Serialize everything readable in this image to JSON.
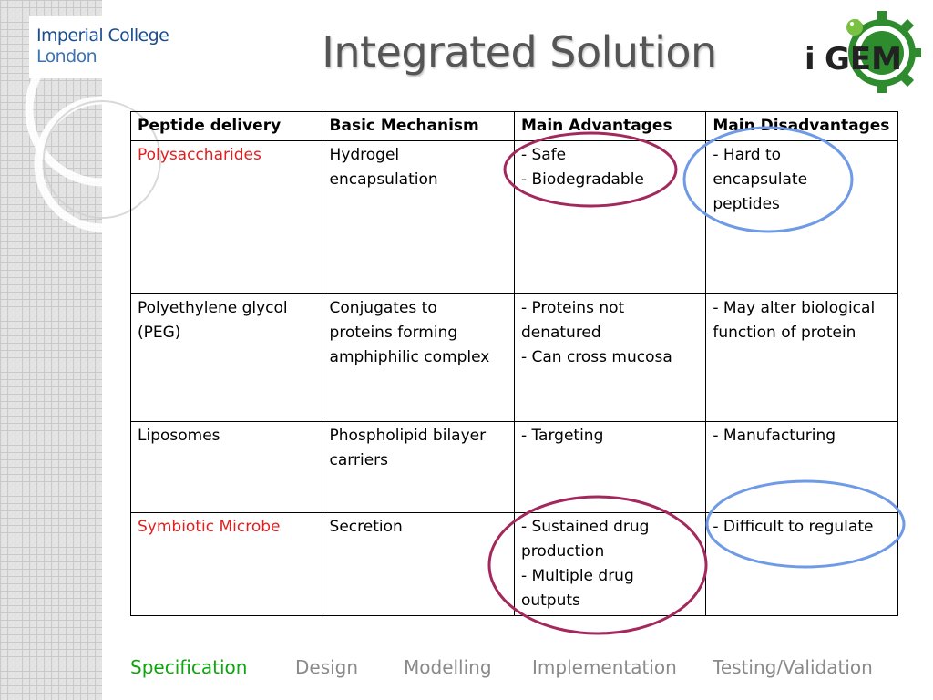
{
  "logo": {
    "line1": "Imperial College",
    "line2": "London"
  },
  "title": "Integrated Solution",
  "igem_logo": {
    "text_i": "i",
    "text_gem": "GEM",
    "icon": "igem-gear-icon"
  },
  "table": {
    "headers": [
      "Peptide delivery",
      "Basic Mechanism",
      "Main Advantages",
      "Main Disadvantages"
    ],
    "rows": [
      {
        "delivery": "Polysaccharides",
        "delivery_highlight": true,
        "mechanism": [
          "Hydrogel",
          "encapsulation"
        ],
        "advantages": [
          "- Safe",
          "- Biodegradable"
        ],
        "disadvantages": [
          "- Hard to",
          "encapsulate",
          "peptides"
        ]
      },
      {
        "delivery": "Polyethylene glycol (PEG)",
        "delivery_highlight": false,
        "mechanism": [
          "Conjugates to",
          "proteins forming",
          "amphiphilic complex"
        ],
        "advantages": [
          "- Proteins not",
          "denatured",
          "- Can cross mucosa"
        ],
        "disadvantages": [
          "- May alter biological",
          "function of protein"
        ]
      },
      {
        "delivery": "Liposomes",
        "delivery_highlight": false,
        "mechanism": [
          "Phospholipid bilayer",
          "carriers"
        ],
        "advantages": [
          "- Targeting"
        ],
        "disadvantages": [
          "- Manufacturing"
        ]
      },
      {
        "delivery": "Symbiotic Microbe",
        "delivery_highlight": true,
        "mechanism": [
          "Secretion"
        ],
        "advantages": [
          "- Sustained drug",
          "production",
          "- Multiple drug",
          "outputs"
        ],
        "disadvantages": [
          "- Difficult to regulate"
        ]
      }
    ]
  },
  "nav": {
    "items": [
      "Specification",
      "Design",
      "Modelling",
      "Implementation",
      "Testing/Validation"
    ],
    "active": "Specification"
  },
  "colors": {
    "highlight_text": "#e21e1e",
    "advantage_circle": "#a3285c",
    "disadvantage_circle": "#6f9ae6",
    "nav_active": "#0fa50f",
    "nav_inactive": "#8a8a8a",
    "title": "#555555"
  }
}
